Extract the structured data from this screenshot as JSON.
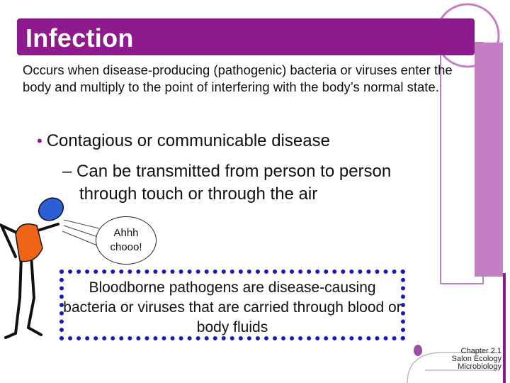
{
  "slide": {
    "title": "Infection",
    "paragraph": "Occurs when disease-producing (pathogenic) bacteria or viruses enter the body and multiply to the point of interfering with the body’s normal state.",
    "bullet": "Contagious or communicable disease",
    "sub_bullet_line1": "– Can be transmitted from person to person",
    "sub_bullet_line2": "through touch or through the air",
    "bubble_line1": "Ahhh",
    "bubble_line2": "chooo!",
    "box_text": "Bloodborne pathogens are disease-causing bacteria or viruses that are carried through blood or body fluids",
    "footer": {
      "line1": "Chapter 2.1",
      "line2": "Salon Ecology",
      "line3": "Microbiology"
    }
  },
  "colors": {
    "title_bar": "#8e1b8e",
    "side_band": "#c47fc4",
    "box_border": "#1a1ab8",
    "figure_head": "#2a5fd6",
    "figure_body": "#f06418"
  }
}
